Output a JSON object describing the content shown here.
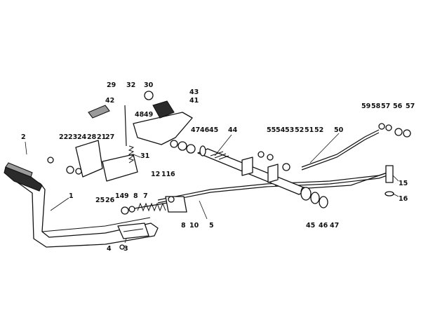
{
  "colors": {
    "ink": "#111111",
    "background": "#ffffff",
    "shade": "#2b2b2b"
  },
  "callouts": {
    "c1": "1",
    "c2": "2",
    "c3": "3",
    "c4": "4",
    "c5": "5",
    "c6": "6",
    "c7": "7",
    "c8": "8",
    "c9": "9",
    "c10": "10",
    "c11": "11",
    "c12": "12",
    "c14": "14",
    "c15": "15",
    "c16": "16",
    "c21": "21",
    "c22": "22",
    "c23": "23",
    "c24": "24",
    "c25": "25",
    "c26": "26",
    "c27": "27",
    "c28": "28",
    "c29": "29",
    "c30": "30",
    "c31": "31",
    "c32": "32",
    "c41": "41",
    "c42": "42",
    "c43": "43",
    "c44": "44",
    "c45a": "45",
    "c45b": "45",
    "c46a": "46",
    "c46b": "46",
    "c47a": "47",
    "c47b": "47",
    "c48": "48",
    "c49": "49",
    "c50": "50",
    "c51": "51",
    "c52a": "52",
    "c52b": "52",
    "c53": "53",
    "c54": "54",
    "c55": "55",
    "c56": "56",
    "c57a": "57",
    "c57b": "57",
    "c58": "58",
    "c59": "59"
  }
}
